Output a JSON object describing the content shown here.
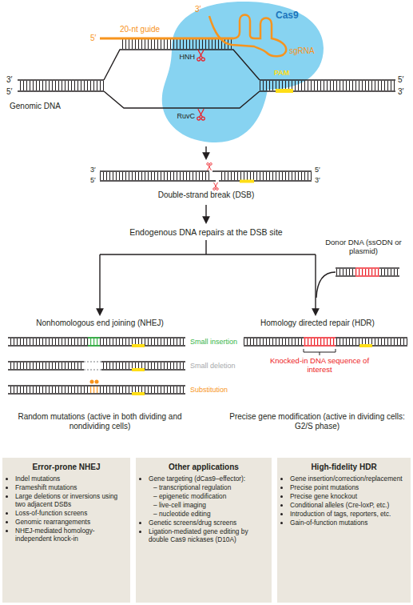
{
  "diagram": {
    "nodes": [
      {
        "text": [
          "Cas9"
        ]
      },
      {
        "text": [
          "Error-prone NHEJ",
          "Indel mutations",
          "Frameshift mutations",
          "Large deletions or inversions using two adjacent DSBs",
          "Loss-of-function screens",
          "Genomic rearrangements",
          "NHEJ-mediated homology-independent knock-in"
        ]
      },
      {
        "text": [
          "Other applications",
          "Gene targeting (dCas9–effector):",
          "– transcriptional regulation",
          "– epigenetic modification",
          "– live-cell imaging",
          "– nucleotide editing",
          "Genetic screens/drug screens",
          "Ligation-mediated gene editing by double Cas9 nickases (D10A)"
        ]
      },
      {
        "text": [
          "High-fidelity HDR",
          "Gene insertion/correction/replacement",
          "Precise point mutations",
          "Precise gene knockout",
          "Conditional alleles (Cre-loxP, etc.)",
          "Introduction of tags, reporters, etc.",
          "Gain-of-function mutations"
        ]
      }
    ],
    "labels": [
      "3′",
      "sgRNA",
      "5′",
      "20-nt guide",
      "3′",
      "5′",
      "5′",
      "3′",
      "HNH",
      "PAM",
      "RuvC",
      "Genomic DNA",
      "3′",
      "5′",
      "5′",
      "3′",
      "Double-strand break (DSB)",
      "Endogenous DNA repairs at the DSB site",
      "Donor DNA (ssODN or plasmid)",
      "Nonhomologous end joining (NHEJ)",
      "Small insertion",
      "Small deletion",
      "Substitution",
      "Random mutations (active in both dividing and nondividing cells)",
      "Homology directed repair (HDR)",
      "Knocked-in DNA sequence of interest",
      "Precise gene modification (active in dividing cells: G2/S phase)"
    ]
  }
}
